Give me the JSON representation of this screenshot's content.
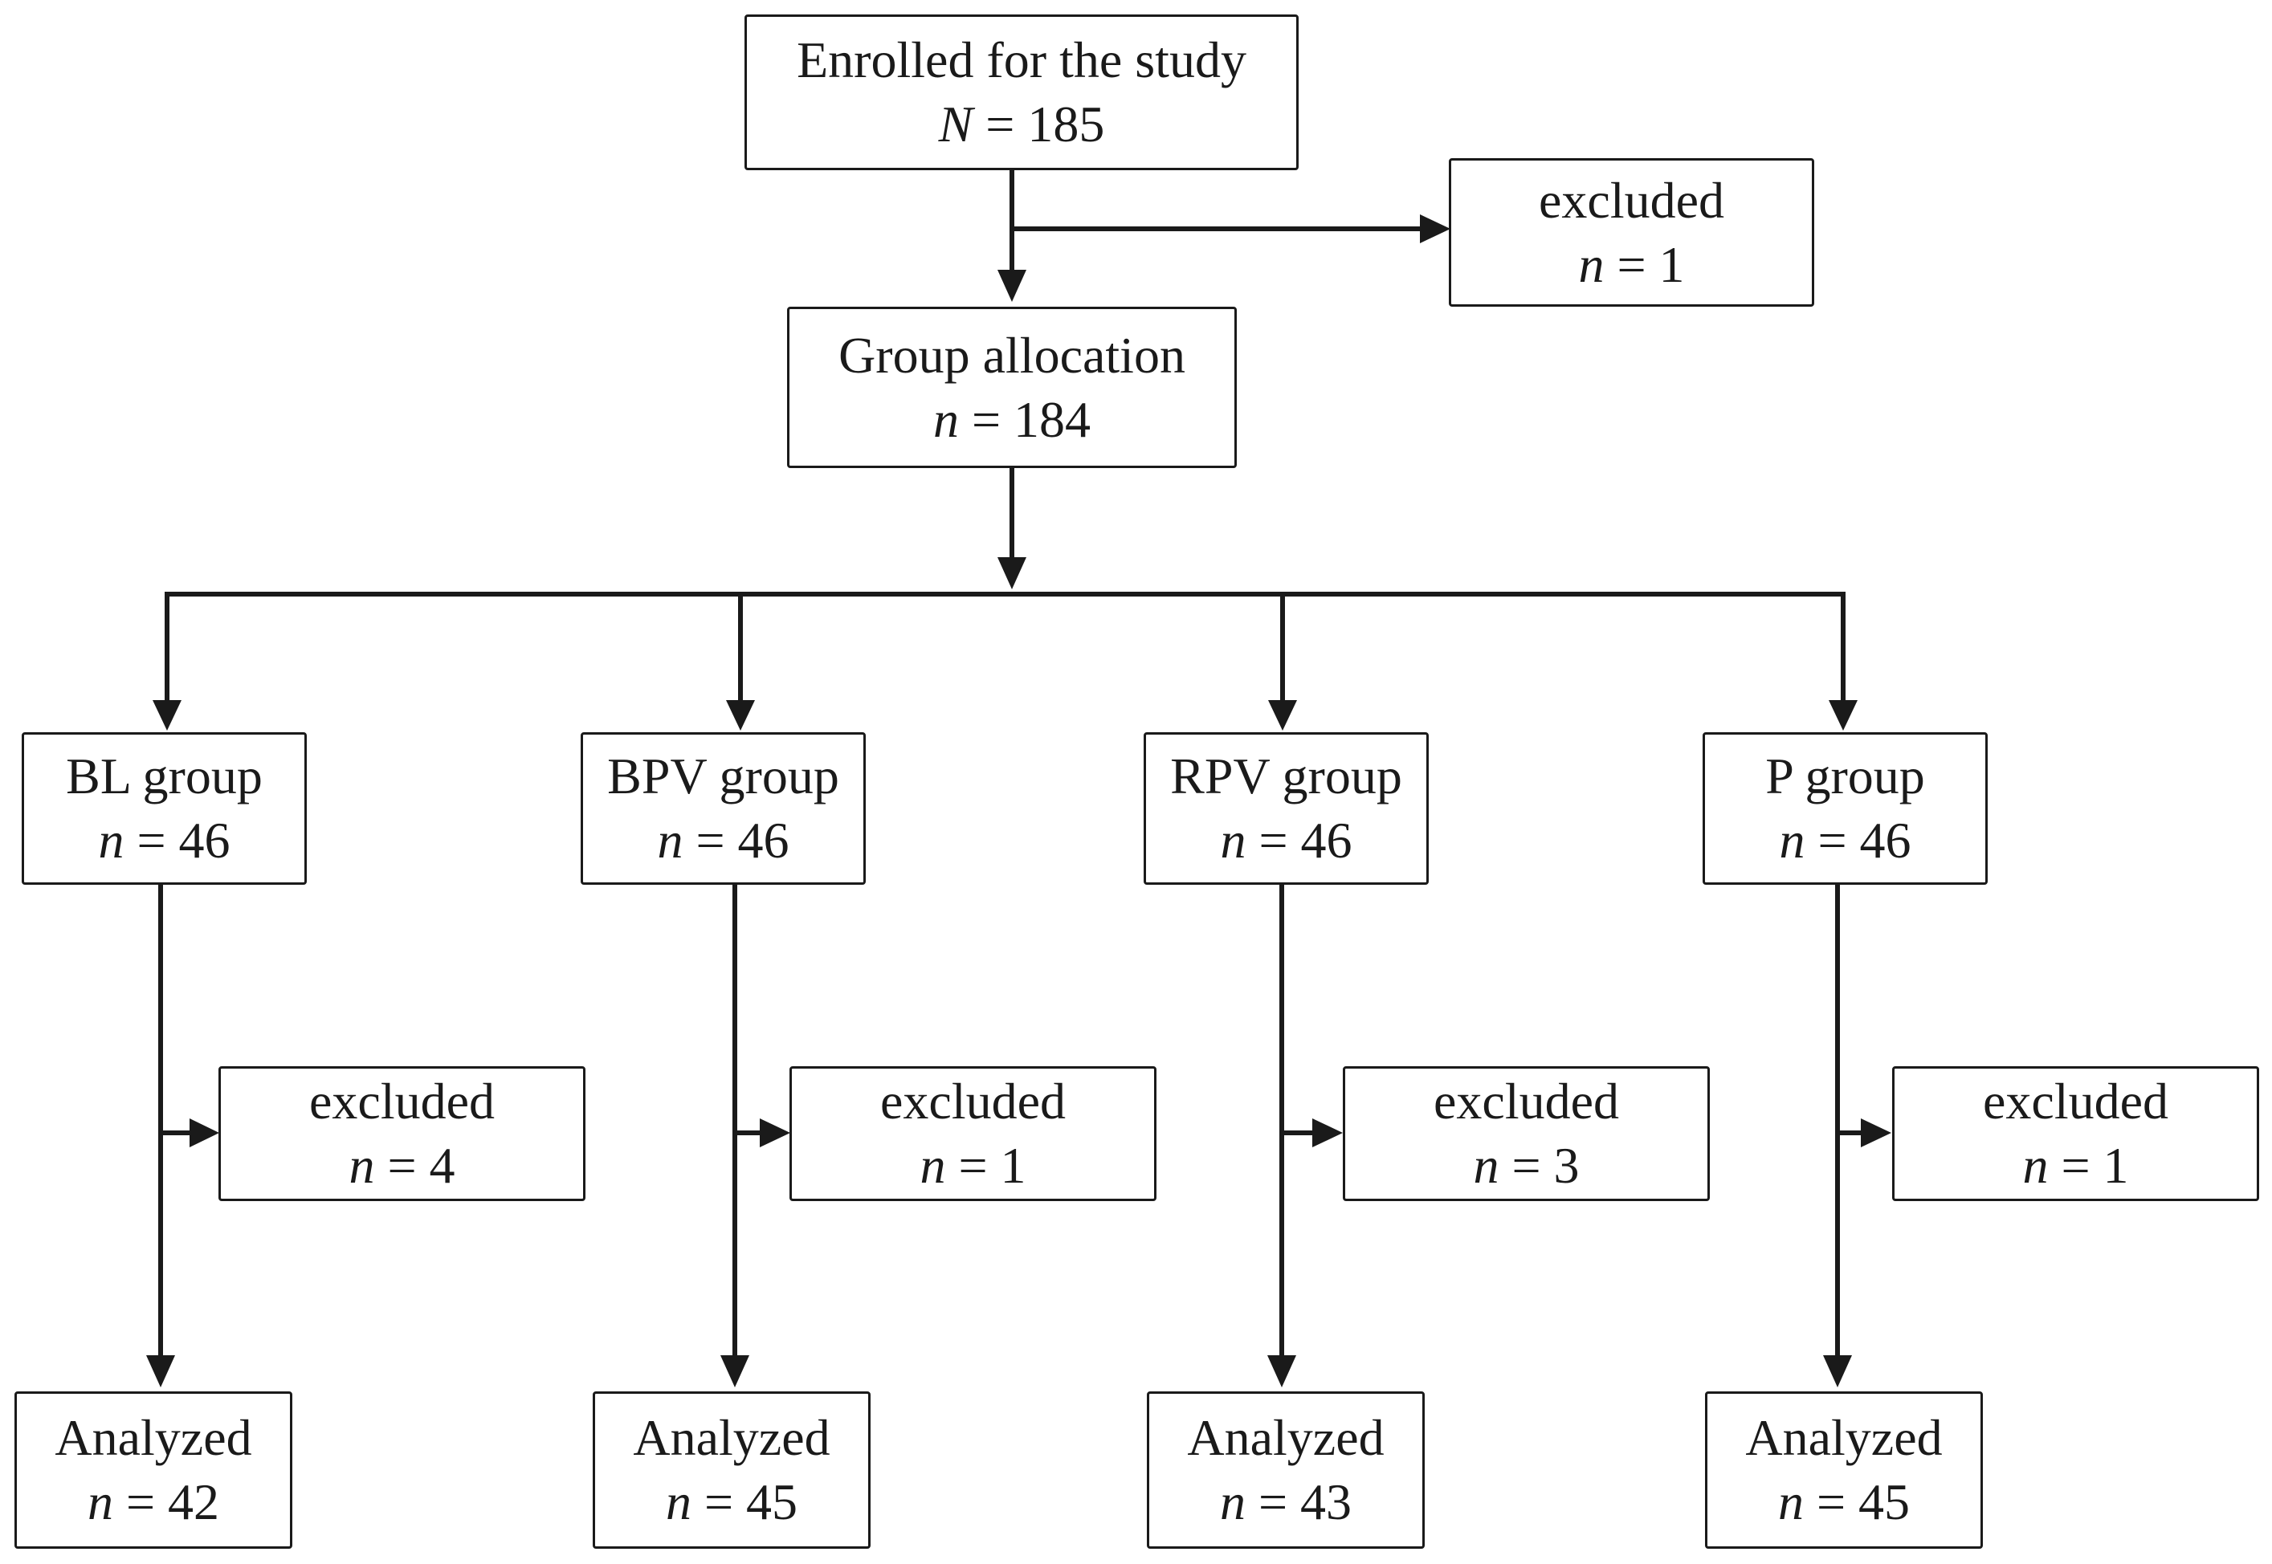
{
  "enrolled": {
    "label": "Enrolled for the study",
    "var": "N",
    "value": "185"
  },
  "excluded_top": {
    "label": "excluded",
    "var": "n",
    "value": "1"
  },
  "allocation": {
    "label": "Group allocation",
    "var": "n",
    "value": "184"
  },
  "groups": [
    {
      "label": "BL group",
      "var": "n",
      "value": "46",
      "excluded": {
        "label": "excluded",
        "var": "n",
        "value": "4"
      },
      "analyzed": {
        "label": "Analyzed",
        "var": "n",
        "value": "42"
      }
    },
    {
      "label": "BPV group",
      "var": "n",
      "value": "46",
      "excluded": {
        "label": "excluded",
        "var": "n",
        "value": "1"
      },
      "analyzed": {
        "label": "Analyzed",
        "var": "n",
        "value": "45"
      }
    },
    {
      "label": "RPV group",
      "var": "n",
      "value": "46",
      "excluded": {
        "label": "excluded",
        "var": "n",
        "value": "3"
      },
      "analyzed": {
        "label": "Analyzed",
        "var": "n",
        "value": "43"
      }
    },
    {
      "label": "P group",
      "var": "n",
      "value": "46",
      "excluded": {
        "label": "excluded",
        "var": "n",
        "value": "1"
      },
      "analyzed": {
        "label": "Analyzed",
        "var": "n",
        "value": "45"
      }
    }
  ]
}
